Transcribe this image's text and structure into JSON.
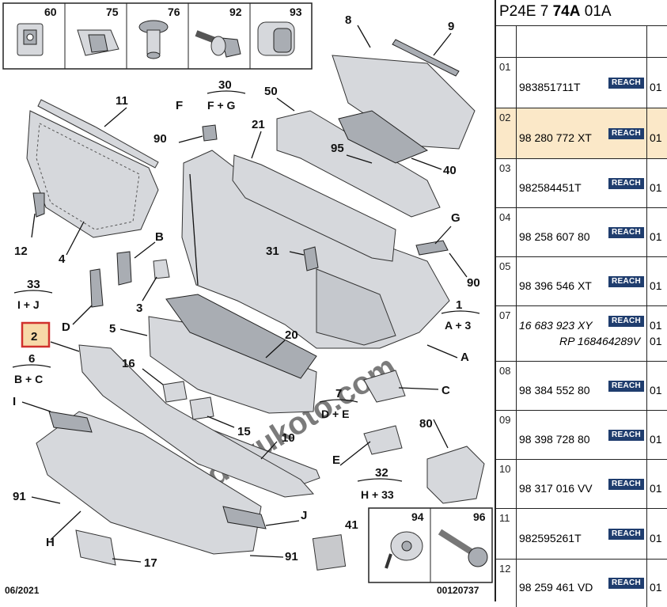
{
  "diagram": {
    "top_boxes": [
      "60",
      "75",
      "76",
      "92",
      "93"
    ],
    "callouts": {
      "p1": "1",
      "p3": "3",
      "p4": "4",
      "p5": "5",
      "p6": "6",
      "p7": "7",
      "p8": "8",
      "p9": "9",
      "p10": "10",
      "p11": "11",
      "p12": "12",
      "p15": "15",
      "p16": "16",
      "p17": "17",
      "p20": "20",
      "p21": "21",
      "p30": "30",
      "p31": "31",
      "p32": "32",
      "p33": "33",
      "p40": "40",
      "p41": "41",
      "p50": "50",
      "p80": "80",
      "p90a": "90",
      "p90b": "90",
      "p91a": "91",
      "p91b": "91",
      "p95": "95",
      "A": "A",
      "B": "B",
      "C": "C",
      "D": "D",
      "E": "E",
      "F": "F",
      "G": "G",
      "H": "H",
      "I": "I",
      "J": "J"
    },
    "groups": {
      "g30": "F + G",
      "g33": "I + J",
      "g6": "B + C",
      "g1": "A + 3",
      "g7": "D + E",
      "g32": "H + 33"
    },
    "selected": "2",
    "fastener_boxes": [
      "94",
      "96"
    ],
    "date": "06/2021",
    "drawing_no": "00120737",
    "watermark": "duyukoto.com"
  },
  "reference": {
    "header_prefix": "P24E 7",
    "header_bold": "74A",
    "header_suffix": "01A",
    "reach_label": "REACH",
    "rows": [
      {
        "idx": "01",
        "part": "983851711T",
        "qty": "01"
      },
      {
        "idx": "02",
        "part": "98 280 772 XT",
        "qty": "01",
        "highlight": true
      },
      {
        "idx": "03",
        "part": "982584451T",
        "qty": "01"
      },
      {
        "idx": "04",
        "part": "98 258 607 80",
        "qty": "01"
      },
      {
        "idx": "05",
        "part": "98 396 546 XT",
        "qty": "01"
      },
      {
        "idx": "07",
        "part": "16 683 923 XY",
        "qty": "01",
        "italic": true,
        "rp": "RP 168464289V",
        "qty2": "01"
      },
      {
        "idx": "08",
        "part": "98 384 552 80",
        "qty": "01"
      },
      {
        "idx": "09",
        "part": "98 398 728 80",
        "qty": "01"
      },
      {
        "idx": "10",
        "part": "98 317 016 VV",
        "qty": "01"
      },
      {
        "idx": "11",
        "part": "982595261T",
        "qty": "01"
      },
      {
        "idx": "12",
        "part": "98 259 461 VD",
        "qty": "01"
      }
    ]
  }
}
